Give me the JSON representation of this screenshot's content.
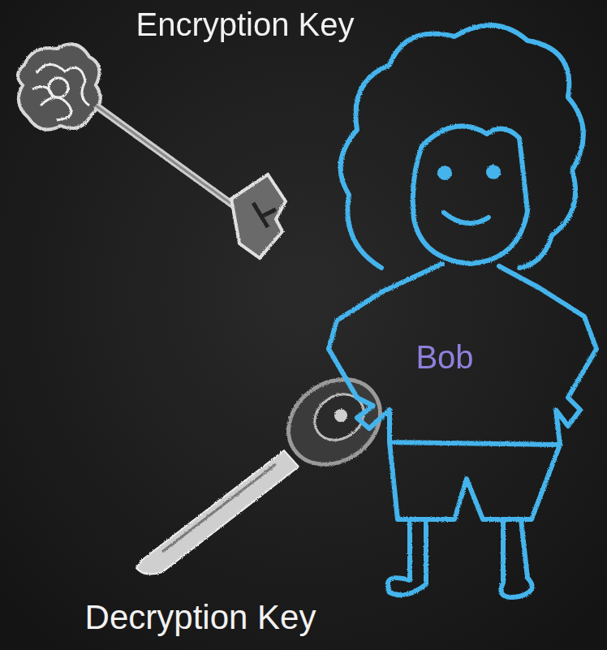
{
  "diagram": {
    "labels": [
      "Encryption Key",
      "Bob",
      "Decryption Key"
    ]
  }
}
